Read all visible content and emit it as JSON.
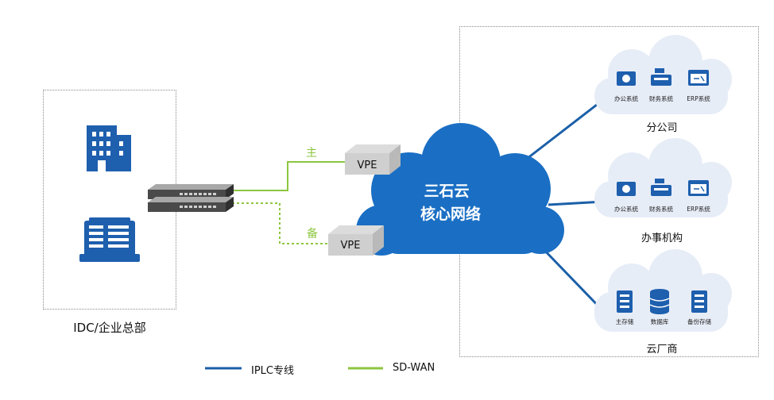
{
  "hq": {
    "caption": "IDC/企业总部"
  },
  "links": {
    "primary_label": "主",
    "backup_label": "备"
  },
  "vpe": {
    "top_label": "VPE",
    "bottom_label": "VPE"
  },
  "core": {
    "line1": "三石云",
    "line2": "核心网络"
  },
  "branch": {
    "caption": "分公司",
    "items": [
      "办公系统",
      "财务系统",
      "ERP系统"
    ]
  },
  "office": {
    "caption": "办事机构",
    "items": [
      "办公系统",
      "财务系统",
      "ERP系统"
    ]
  },
  "cloud_vendor": {
    "caption": "云厂商",
    "items": [
      "主存储",
      "数据库",
      "备份存储"
    ]
  },
  "legend": {
    "iplc": "IPLC专线",
    "sdwan": "SD-WAN"
  },
  "colors": {
    "blue": "#1a6fc4",
    "iplc": "#1b5fa8",
    "green": "#8cc63f",
    "icon_blue": "#1e5fae",
    "bubble": "#e7edf7"
  }
}
